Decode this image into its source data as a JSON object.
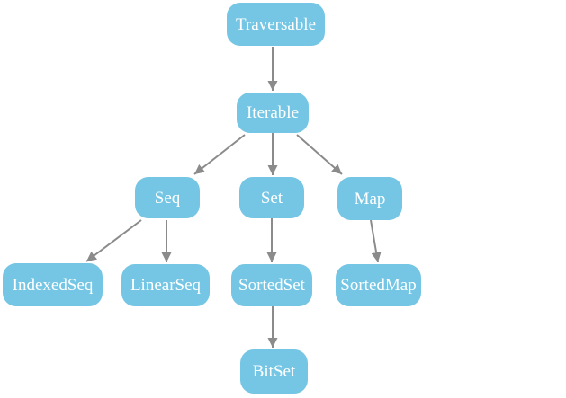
{
  "diagram": {
    "type": "hierarchy",
    "nodes": {
      "traversable": {
        "label": "Traversable"
      },
      "iterable": {
        "label": "Iterable"
      },
      "seq": {
        "label": "Seq"
      },
      "set": {
        "label": "Set"
      },
      "map": {
        "label": "Map"
      },
      "indexedseq": {
        "label": "IndexedSeq"
      },
      "linearseq": {
        "label": "LinearSeq"
      },
      "sortedset": {
        "label": "SortedSet"
      },
      "sortedmap": {
        "label": "SortedMap"
      },
      "bitset": {
        "label": "BitSet"
      }
    },
    "edges": [
      {
        "from": "Traversable",
        "to": "Iterable"
      },
      {
        "from": "Iterable",
        "to": "Seq"
      },
      {
        "from": "Iterable",
        "to": "Set"
      },
      {
        "from": "Iterable",
        "to": "Map"
      },
      {
        "from": "Seq",
        "to": "IndexedSeq"
      },
      {
        "from": "Seq",
        "to": "LinearSeq"
      },
      {
        "from": "Set",
        "to": "SortedSet"
      },
      {
        "from": "Map",
        "to": "SortedMap"
      },
      {
        "from": "SortedSet",
        "to": "BitSet"
      }
    ],
    "colors": {
      "node_fill": "#74C6E4",
      "node_text": "#FFFFFF",
      "edge": "#8B8B8B",
      "background": "#FFFFFF"
    }
  }
}
